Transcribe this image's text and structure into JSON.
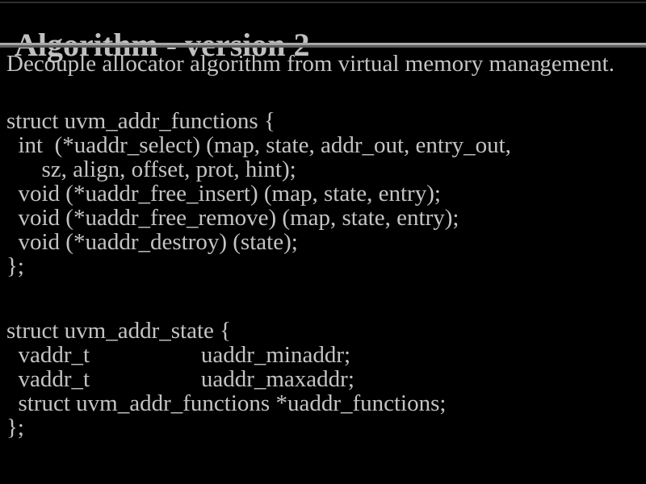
{
  "slide": {
    "title": "Algorithm - version 2",
    "subtitle": "Decouple allocator algorithm from virtual memory management.",
    "code_block_1": {
      "lines": [
        "struct uvm_addr_functions {",
        "  int  (*uaddr_select) (map, state, addr_out, entry_out,",
        "      sz, align, offset, prot, hint);",
        "  void (*uaddr_free_insert) (map, state, entry);",
        "  void (*uaddr_free_remove) (map, state, entry);",
        "  void (*uaddr_destroy) (state);",
        "};"
      ]
    },
    "code_block_2": {
      "lines": [
        "struct uvm_addr_state {",
        "  vaddr_t                   uaddr_minaddr;",
        "  vaddr_t                   uaddr_maxaddr;",
        "  struct uvm_addr_functions *uaddr_functions;",
        "};"
      ]
    },
    "colors": {
      "background": "#000000",
      "text": "#c4c4c4",
      "title_text": "#c0c0c0",
      "rule_light": "#a8a8a8",
      "rule_dark": "#5c5c5c",
      "top_edge": "#2e2e2e"
    }
  }
}
